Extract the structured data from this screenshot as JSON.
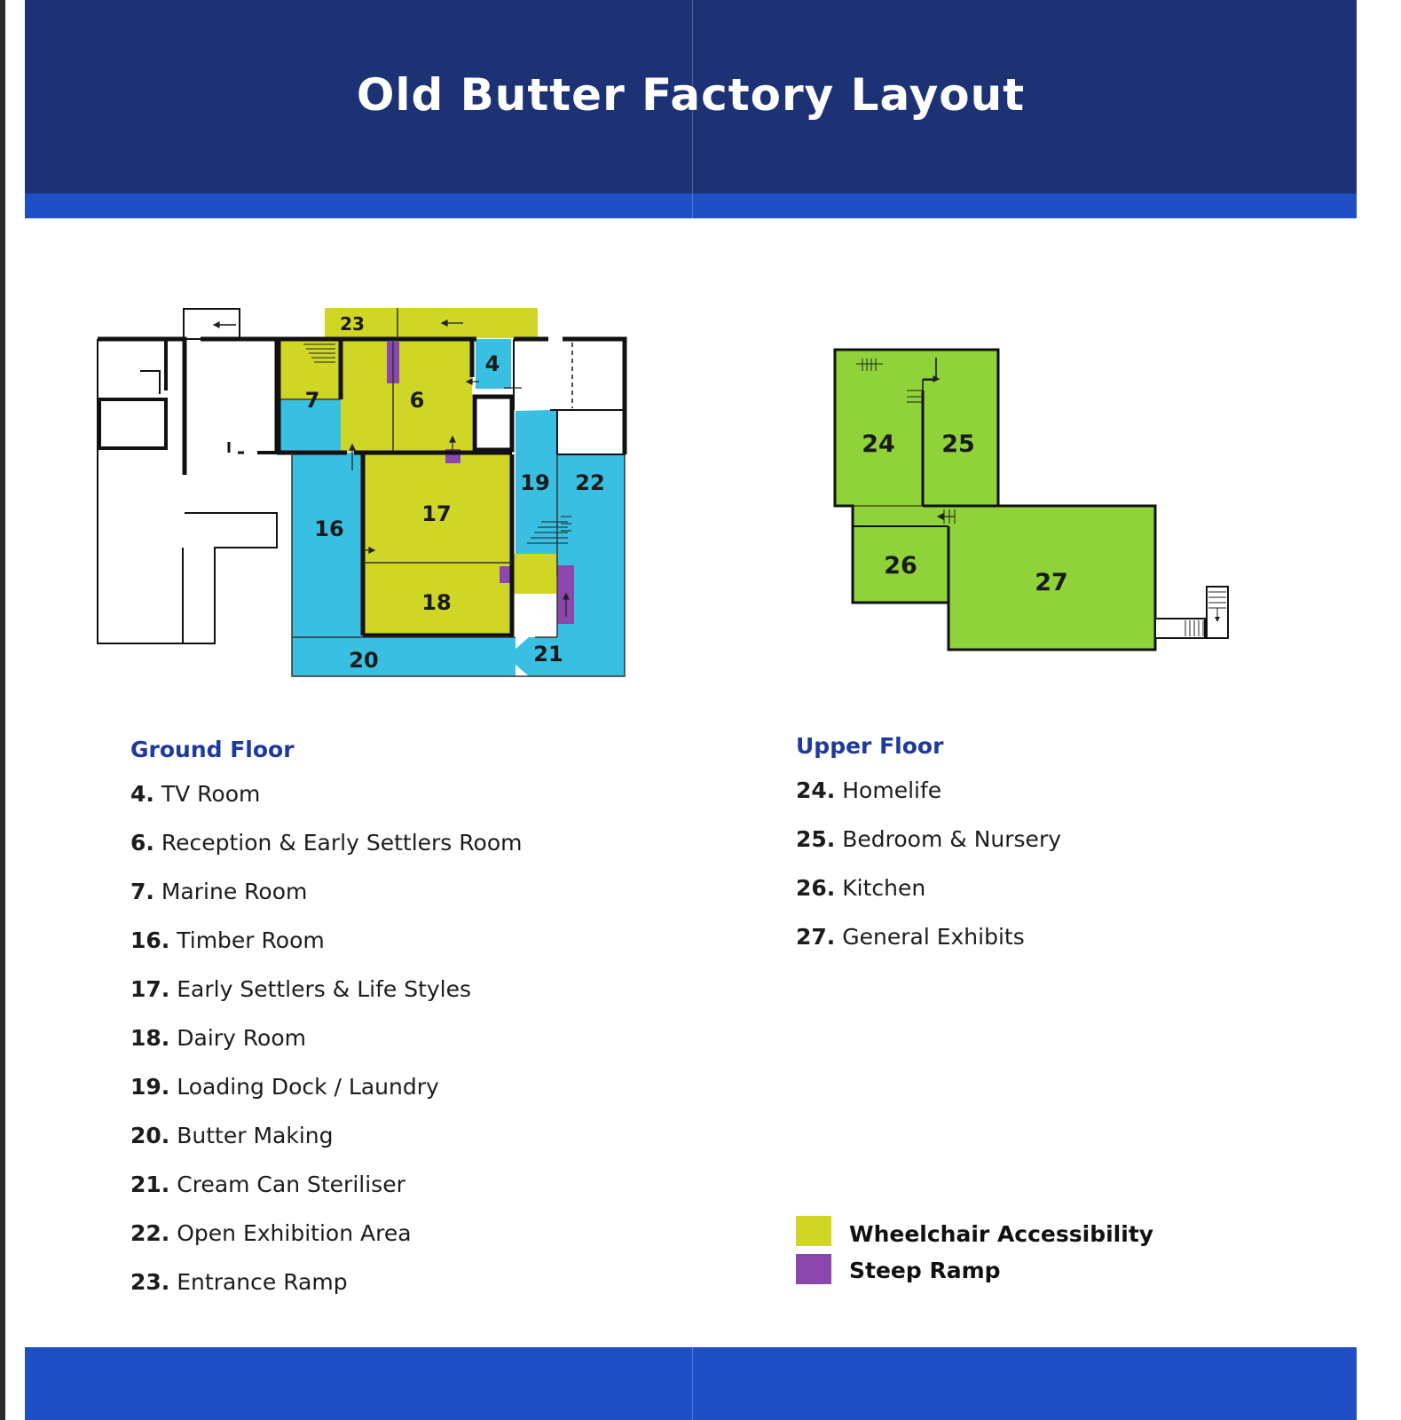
{
  "title": "Old Butter Factory Layout",
  "colors": {
    "header": "#1d3275",
    "stripe": "#1e4fc4",
    "wheelchair": "#cfd626",
    "steep_ramp": "#8c47ad",
    "other_rooms": "#38bfe1",
    "upper_floor": "#8fd23a",
    "heading_text": "#1d3a9c"
  },
  "map": {
    "room_numbers": {
      "r4": "4",
      "r6": "6",
      "r7": "7",
      "r16": "16",
      "r17": "17",
      "r18": "18",
      "r19": "19",
      "r20": "20",
      "r21": "21",
      "r22": "22",
      "r23": "23",
      "r24": "24",
      "r25": "25",
      "r26": "26",
      "r27": "27"
    }
  },
  "ground_floor": {
    "heading": "Ground Floor",
    "rooms": [
      {
        "num": "4.",
        "name": "TV Room"
      },
      {
        "num": "6.",
        "name": "Reception & Early Settlers Room"
      },
      {
        "num": "7.",
        "name": "Marine Room"
      },
      {
        "num": "16.",
        "name": "Timber Room"
      },
      {
        "num": "17.",
        "name": "Early Settlers & Life Styles"
      },
      {
        "num": "18.",
        "name": "Dairy Room"
      },
      {
        "num": "19.",
        "name": "Loading Dock / Laundry"
      },
      {
        "num": "20.",
        "name": "Butter Making"
      },
      {
        "num": "21.",
        "name": "Cream Can Steriliser"
      },
      {
        "num": "22.",
        "name": "Open Exhibition Area"
      },
      {
        "num": "23.",
        "name": "Entrance Ramp"
      }
    ]
  },
  "upper_floor": {
    "heading": "Upper Floor",
    "rooms": [
      {
        "num": "24.",
        "name": "Homelife"
      },
      {
        "num": "25.",
        "name": "Bedroom & Nursery"
      },
      {
        "num": "26.",
        "name": "Kitchen"
      },
      {
        "num": "27.",
        "name": "General Exhibits"
      }
    ]
  },
  "legend": [
    {
      "label": "Wheelchair Accessibility",
      "color": "#cfd626"
    },
    {
      "label": "Steep Ramp",
      "color": "#8c47ad"
    }
  ]
}
